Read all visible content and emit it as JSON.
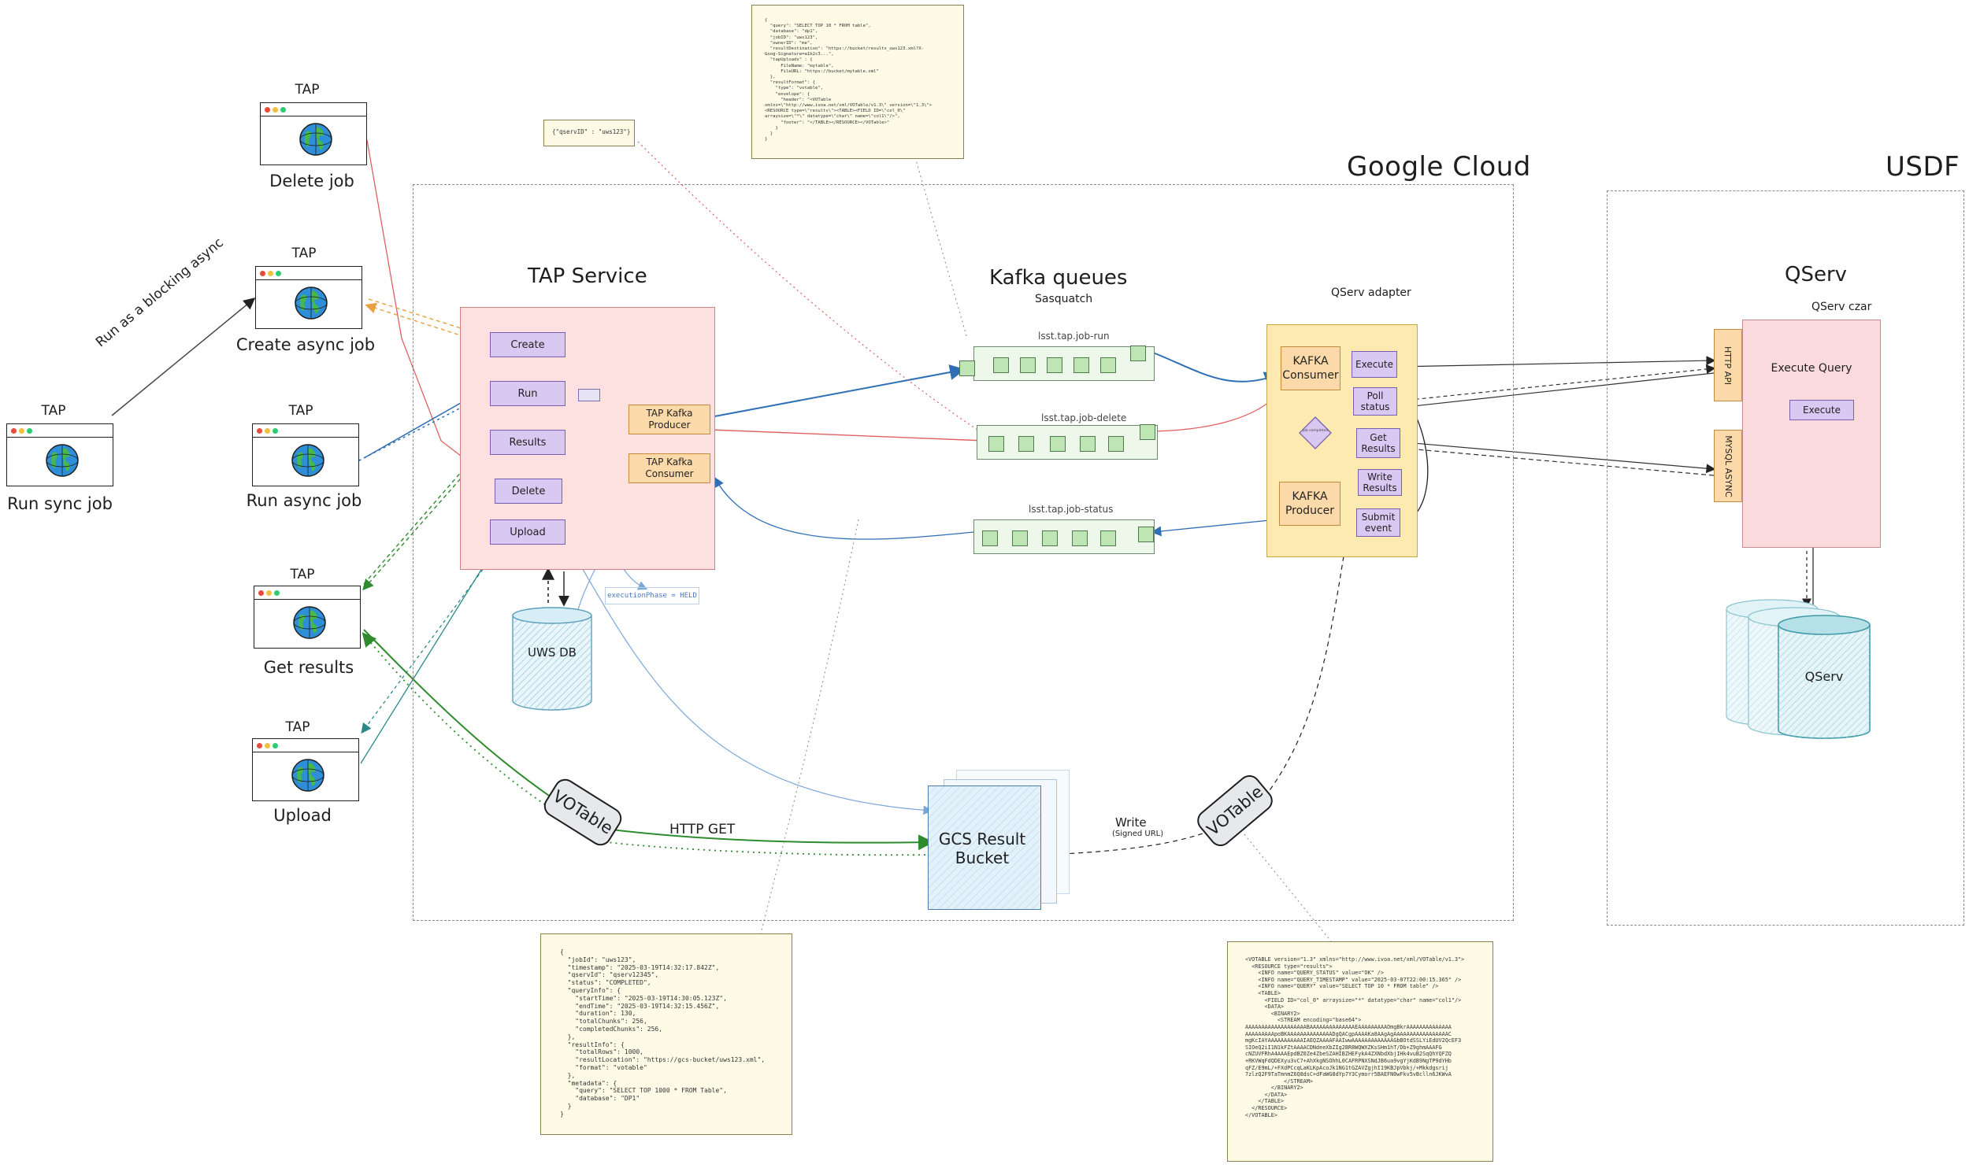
{
  "regions": {
    "google_cloud": "Google Cloud",
    "usdf": "USDF"
  },
  "clients": [
    {
      "title": "TAP",
      "caption": "Delete job"
    },
    {
      "title": "TAP",
      "caption": "Create async job"
    },
    {
      "title": "TAP",
      "caption": "Run async job"
    },
    {
      "title": "TAP",
      "caption": "Get results"
    },
    {
      "title": "TAP",
      "caption": "Upload"
    },
    {
      "title": "TAP",
      "caption": "Run sync job"
    }
  ],
  "blocking_label": "Run as a blocking async",
  "tap_service": {
    "title": "TAP Service",
    "buttons": [
      "Create",
      "Run",
      "Results",
      "Delete",
      "Upload"
    ],
    "producer": "TAP Kafka Producer",
    "consumer": "TAP Kafka Consumer",
    "uws_db": "UWS DB",
    "execution_phase": "executionPhase = HELD"
  },
  "kafka": {
    "title": "Kafka queues",
    "subtitle": "Sasquatch",
    "queues": [
      "lsst.tap.job-run",
      "lsst.tap.job-delete",
      "lsst.tap.job-status"
    ]
  },
  "qserv_adapter": {
    "title": "QServ adapter",
    "kafka_consumer": "KAFKA Consumer",
    "kafka_producer": "KAFKA Producer",
    "execute": "Execute",
    "poll_status": "Poll status",
    "get_results": "Get Results",
    "write_results": "Write Results",
    "submit_event": "Submit event",
    "decision": "job completed"
  },
  "qserv": {
    "title": "QServ",
    "czar": "QServ czar",
    "execute_query": "Execute Query",
    "execute": "Execute",
    "http_api": "HTTP API",
    "mysql_async": "MYSQL ASYNC",
    "db": "QServ"
  },
  "gcs": {
    "bucket": "GCS Result Bucket",
    "http_get": "HTTP GET",
    "write": "Write",
    "signed_url": "(Signed URL)",
    "votable_left": "VOTable",
    "votable_right": "VOTable"
  },
  "notes": {
    "qserv_id": "{\"qservID\" : \"uws123\"}",
    "job_run": "{\n  \"query\": \"SELECT TOP 10 * FROM table\",\n  \"database\": \"dp1\",\n  \"jobID\": \"uws123\",\n  \"ownerID\": \"me\",\n  \"resultDestination\": \"https://bucket/results_uws123.xml?X-\nGoog-Signature=a1b2c3...\",\n  \"tapUploads\" : {\n      FileName: \"mytable\",\n      FileURL: \"https://bucket/mytable.xml\"\n  },\n  \"resultFormat\": {\n    \"type\": \"votable\",\n    \"envelope\": {\n      \"header\": \"<VOTable\nxmlns=\\\"http://www.ivoa.net/xml/VOTable/v1.3\\\" version=\\\"1.3\\\">\n<RESOURCE type=\\\"results\\\"><TABLE><FIELD ID=\\\"col_0\\\"\narraysize=\\\"*\\\" datatype=\\\"char\\\" name=\\\"col1\\\"/>\",\n      \"footer\": \"</TABLE></RESOURCE></VOTable>\"\n    }\n  }\n}",
    "job_status": "{\n  \"jobId\": \"uws123\",\n  \"timestamp\": \"2025-03-19T14:32:17.842Z\",\n  \"qservId\": \"qserv12345\",\n  \"status\": \"COMPLETED\",\n  \"queryInfo\": {\n    \"startTime\": \"2025-03-19T14:30:05.123Z\",\n    \"endTime\": \"2025-03-19T14:32:15.456Z\",\n    \"duration\": 130,\n    \"totalChunks\": 256,\n    \"completedChunks\": 256,\n  },\n  \"resultInfo\": {\n    \"totalRows\": 1000,\n    \"resultLocation\": \"https://gcs-bucket/uws123.xml\",\n    \"format\": \"votable\"\n  },\n  \"metadata\": {\n    \"query\": \"SELECT TOP 1000 * FROM Table\",\n    \"database\": \"DP1\"\n  }\n}",
    "votable_xml": "<VOTABLE version=\"1.3\" xmlns=\"http://www.ivoa.net/xml/VOTable/v1.3\">\n  <RESOURCE type=\"results\">\n    <INFO name=\"QUERY_STATUS\" value=\"OK\" />\n    <INFO name=\"QUERY_TIMESTAMP\" value=\"2025-03-07T22:00:15.365\" />\n    <INFO name=\"QUERY\" value=\"SELECT TOP 10 * FROM table\" />\n    <TABLE>\n      <FIELD ID=\"col_0\" arraysize=\"*\" datatype=\"char\" name=\"col1\"/>\n      <DATA>\n        <BINARY2>\n          <STREAM encoding=\"base64\">\nAAAAAAAAAAAAAAAAAAABAAAAAAAAAAAAAAEAAAAAAAAAOmgBkrAAAAAAAAAAAAAA\nAAAAAAAAApoBKAAAAAAAAAAAAAADgQACgpAAAAKa8AAgAgAAAAAAAAAAAAAAAAAC\nmgKcIAYAAAAAAAAAAAIAEQZAAAAFAAIwwAAAAAAAAAAAAAGbBOtdSSLYiEdUV2QcEF3\nSIOeQ2iI1N1kFZtAAAACDNdeeXbZIg2BR8WQWXZKsSHm1hT/Db+Z9ghmAAAFG\ncNZUVFRhA4AAAEpdBZ0Ze4ZbeSZAHIBZHEFykA4ZXNbdXbjIHk4vuB2SqQhYQFZQ\n+RKVWqFdQDEXyu3vC7+AhXkgNSOhhL0CAFRPNXSNdJB6ua9vgYjKdB9NgTP9dYHb\nqFZ/E9mL/+FXdPCcqLaKLKpAcoJk1NG1tGZAVZgjhI19KBJpVbkj/+Mkkdgsrij\n7zlzQ2F9TaTmnmZ6Q8dsC+dFaWG8dYp7Y3Cymorr5BAEFN0wFkv5vBclln6JKWvA\n            </STREAM>\n        </BINARY2>\n      </DATA>\n    </TABLE>\n  </RESOURCE>\n</VOTABLE>"
  },
  "colors": {
    "tap_service_bg": "#fde0e0",
    "qserv_bg": "#fadadd",
    "adapter_bg": "#fdeab0",
    "queue_bg": "#eef8ea",
    "note_bg": "#fdfbe6",
    "blue_arrow": "#2f6fb5",
    "red_arrow": "#e06060",
    "green_arrow": "#2e8b2e",
    "orange_arrow": "#e8a040",
    "teal_arrow": "#2a8a8a"
  }
}
